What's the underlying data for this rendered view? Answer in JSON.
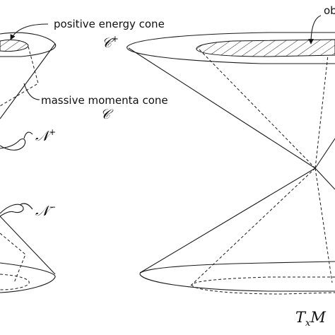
{
  "labels": {
    "positive_energy_cone": "positive energy cone",
    "c_plus_symbol": "𝒞",
    "c_plus_sup": "+",
    "massive_momenta_cone": "massive momenta cone",
    "c_symbol": "𝒞",
    "n_plus_symbol": "𝒩",
    "n_plus_sup": "+",
    "n_minus_symbol": "𝒩",
    "n_minus_sup": "−",
    "tangent_space_T": "T",
    "tangent_space_sub": "x",
    "tangent_space_M": "M",
    "cropped_label": "ob"
  }
}
